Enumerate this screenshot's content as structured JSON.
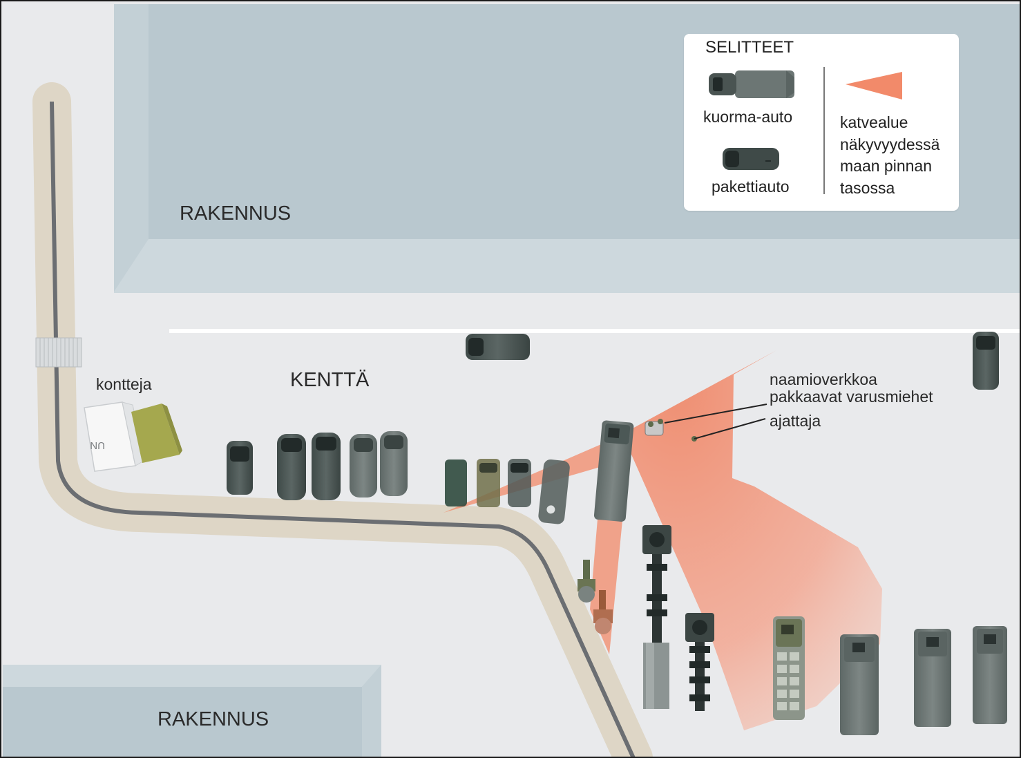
{
  "map": {
    "building_top_label": "RAKENNUS",
    "building_bottom_label": "RAKENNUS",
    "field_label": "KENTTÄ",
    "containers_label": "kontteja",
    "container_marking": "UN",
    "conscripts_label": [
      "naamioverkkoa",
      "pakkaavat varusmiehet"
    ],
    "driver_label": "ajattaja"
  },
  "legend": {
    "title": "SELITTEET",
    "truck_label": "kuorma-auto",
    "truck_icon": "truck-icon",
    "van_label": "pakettiauto",
    "van_icon": "van-icon",
    "blind_zone_label": [
      "katvealue",
      "näkyvyydessä",
      "maan pinnan",
      "tasossa"
    ],
    "blind_zone_icon": "triangle-icon"
  },
  "colors": {
    "ground": "#e9eaec",
    "building_roof": "#b9c8cf",
    "building_side": "#cdd8dd",
    "road": "#ded6c6",
    "road_line": "#6b6e72",
    "blind_zone": "#f28a6a",
    "vehicle_dark": "#4c5856",
    "vehicle_mid": "#6a7472",
    "container_khaki": "#a5a84e"
  }
}
